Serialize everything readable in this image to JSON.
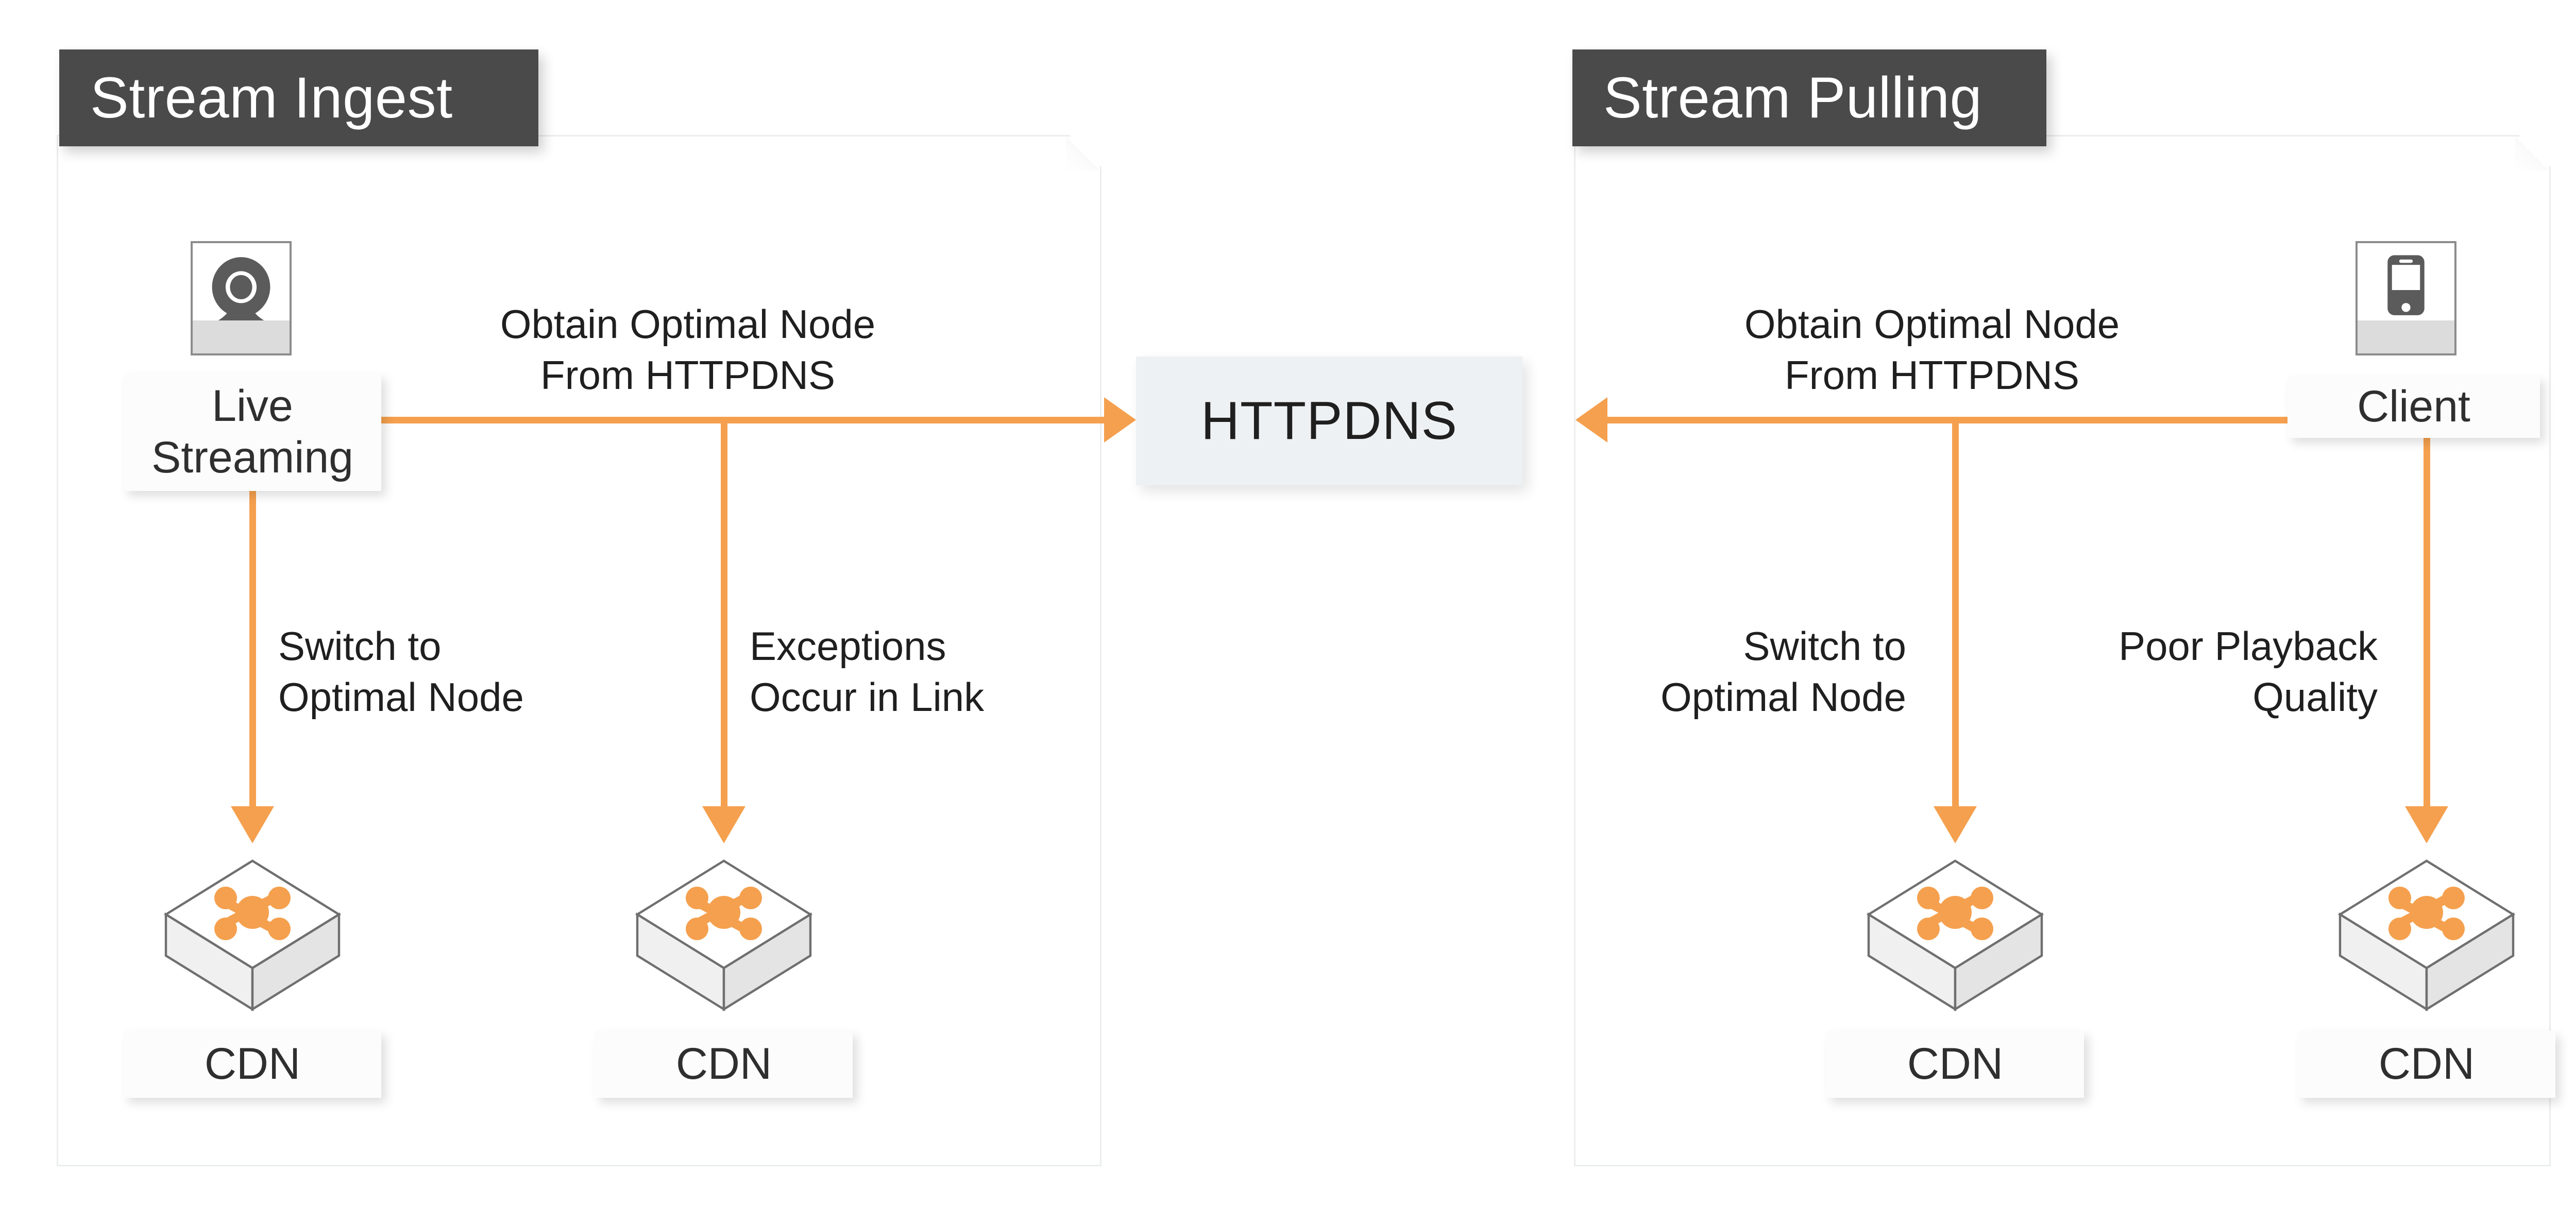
{
  "diagram": {
    "title": "HTTPDNS optimal node selection for live streaming ingest and pulling",
    "accent_color": "#f5a04e",
    "header_color": "#4a4a4a",
    "panel_background": "#ffffff",
    "httpdns_box_color": "#eef1f3"
  },
  "panels": [
    {
      "id": "stream-ingest",
      "header": "Stream Ingest",
      "source_node": {
        "label": "Live Streaming",
        "icon": "webcam-icon"
      },
      "edges": [
        {
          "label": "Obtain Optimal Node\nFrom HTTPDNS",
          "direction": "right"
        },
        {
          "label": "Switch to\nOptimal Node",
          "direction": "down"
        },
        {
          "label": "Exceptions\nOccur in Link",
          "direction": "down"
        }
      ],
      "cdn_nodes": [
        {
          "label": "CDN",
          "icon": "cdn-cube-icon"
        },
        {
          "label": "CDN",
          "icon": "cdn-cube-icon"
        }
      ]
    },
    {
      "id": "stream-pulling",
      "header": "Stream Pulling",
      "source_node": {
        "label": "Client",
        "icon": "smartphone-icon"
      },
      "edges": [
        {
          "label": "Obtain Optimal Node\nFrom HTTPDNS",
          "direction": "left"
        },
        {
          "label": "Switch to\nOptimal Node",
          "direction": "down"
        },
        {
          "label": "Poor Playback\nQuality",
          "direction": "down"
        }
      ],
      "cdn_nodes": [
        {
          "label": "CDN",
          "icon": "cdn-cube-icon"
        },
        {
          "label": "CDN",
          "icon": "cdn-cube-icon"
        }
      ]
    }
  ],
  "center": {
    "label": "HTTPDNS"
  }
}
